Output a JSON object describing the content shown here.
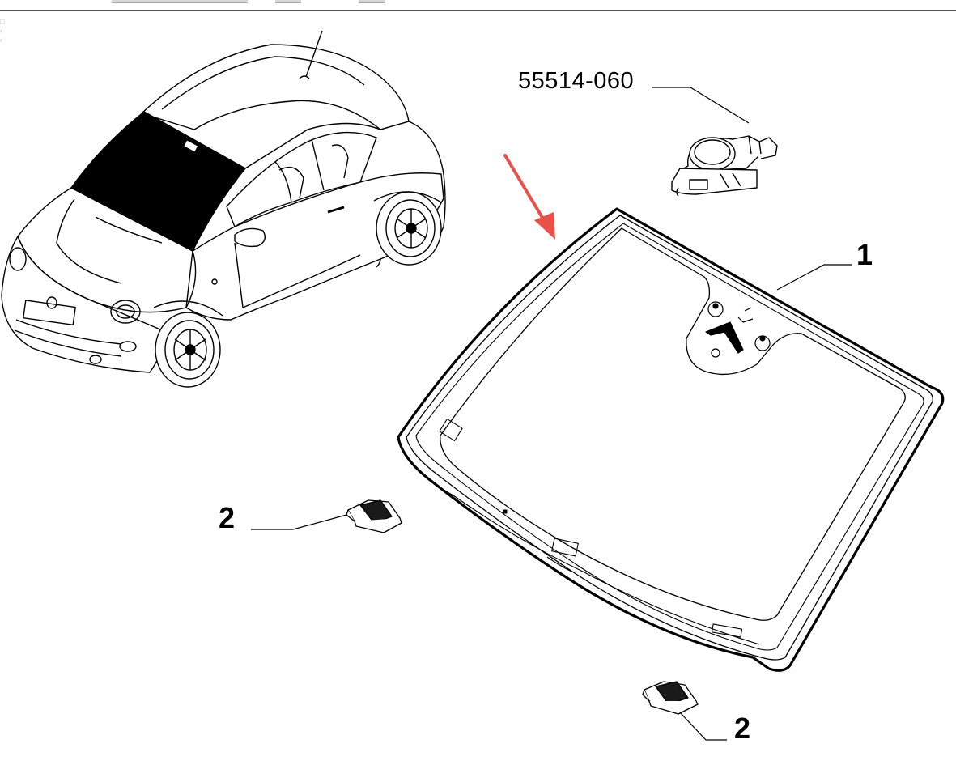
{
  "diagram": {
    "callouts": {
      "sensor_part_number": "55514-060",
      "windshield_label": "1",
      "clip_left_label": "2",
      "clip_bottom_label": "2"
    },
    "colors": {
      "line": "#000000",
      "glass_dark": "#000000",
      "arrow": "#e8514a",
      "background": "#ffffff"
    }
  }
}
